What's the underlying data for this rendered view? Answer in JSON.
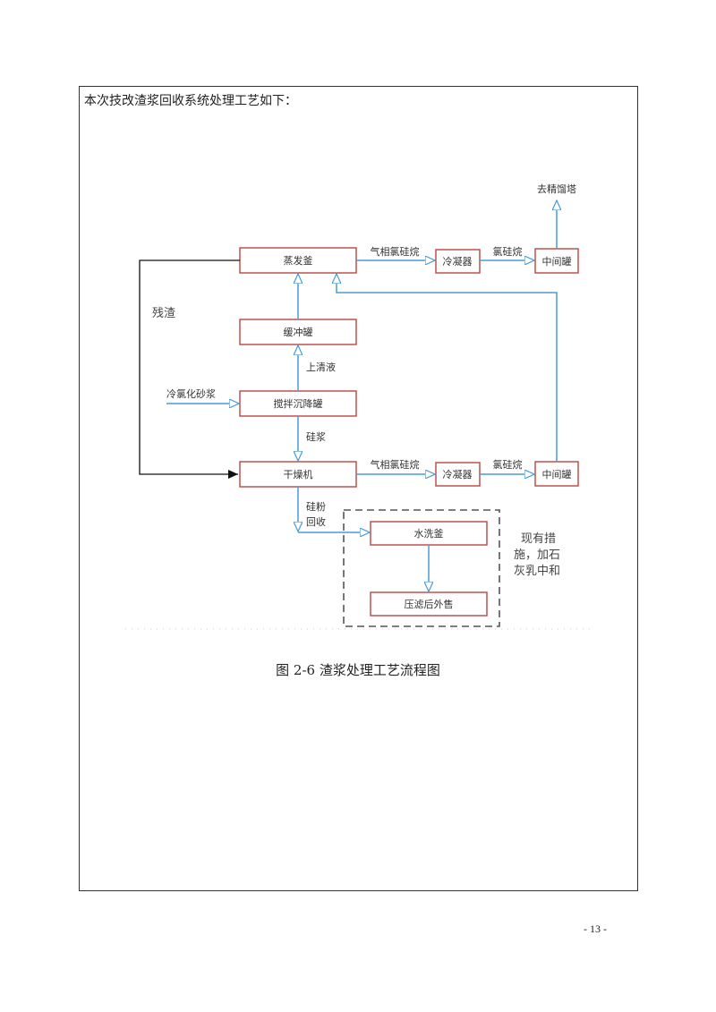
{
  "intro": "本次技改渣浆回收系统处理工艺如下：",
  "caption": "图 2-6 渣浆处理工艺流程图",
  "page_number": "- 13 -",
  "colors": {
    "box_border": "#c0504d",
    "arrow": "#4a9bd6",
    "black_line": "#111111",
    "dashed": "#555555"
  },
  "boxes": {
    "evaporator": "蒸发釜",
    "buffer_tank": "缓冲罐",
    "stir_settle_tank": "搅拌沉降罐",
    "dryer": "干燥机",
    "condenser_top": "冷凝器",
    "condenser_bottom": "冷凝器",
    "mid_tank_top": "中间罐",
    "mid_tank_bottom": "中间罐",
    "water_wash": "水洗釜",
    "filter_sell": "压滤后外售"
  },
  "labels": {
    "gas_chlorosilane_top": "气相氯硅烷",
    "chlorosilane_top": "氯硅烷",
    "to_refining": "去精馏塔",
    "residue": "残渣",
    "supernatant": "上清液",
    "cold_slurry": "冷氯化砂浆",
    "silicon_slurry": "硅浆",
    "gas_chlorosilane_bottom": "气相氯硅烷",
    "chlorosilane_bottom": "氯硅烷",
    "silicon_powder": "硅粉",
    "recovery": "回收",
    "existing_1": "现有措",
    "existing_2": "施，加石",
    "existing_3": "灰乳中和"
  }
}
